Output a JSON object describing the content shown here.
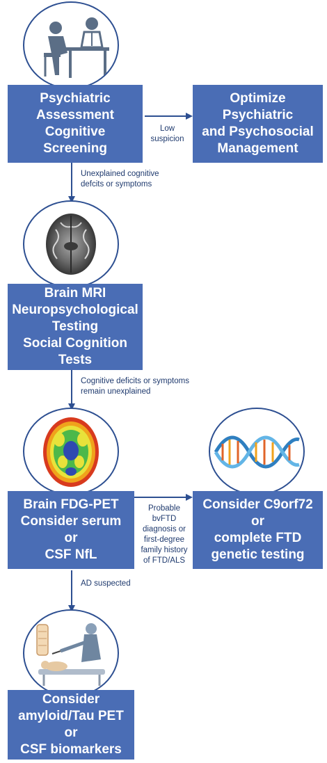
{
  "nodes": {
    "psychiatric": [
      "Psychiatric",
      "Assessment",
      "Cognitive Screening"
    ],
    "optimize": [
      "Optimize Psychiatric",
      "and Psychosocial",
      "Management"
    ],
    "mri": [
      "Brain MRI",
      "Neuropsychological",
      "Testing",
      "Social Cognition Tests"
    ],
    "fdg": [
      "Brain FDG-PET",
      "Consider  serum or",
      "CSF NfL"
    ],
    "genetic": [
      "Consider C9orf72 or",
      "complete FTD",
      "genetic testing"
    ],
    "amyloid": [
      "Consider",
      "amyloid/Tau PET or",
      "CSF biomarkers"
    ]
  },
  "edges": {
    "low_suspicion": [
      "Low",
      "suspicion"
    ],
    "unexplained_deficits": [
      "Unexplained cognitive",
      "defcits or symptoms"
    ],
    "remain_unexplained": [
      "Cognitive deficits or symptoms",
      "remain unexplained"
    ],
    "bvftd": [
      "Probable bvFTD",
      "diagnosis or",
      "first-degree",
      "family history",
      "of  FTD/ALS"
    ],
    "ad_suspected": [
      "AD suspected"
    ]
  },
  "icons": {
    "consultation": "doctor-patient-consultation-icon",
    "mri": "brain-mri-scan-image",
    "pet": "brain-pet-scan-image",
    "dna": "dna-helix-icon",
    "lumbar": "lumbar-puncture-icon"
  },
  "colors": {
    "box": "#4a6db5",
    "arrow": "#2d4f91",
    "label": "#1f3a6e"
  }
}
